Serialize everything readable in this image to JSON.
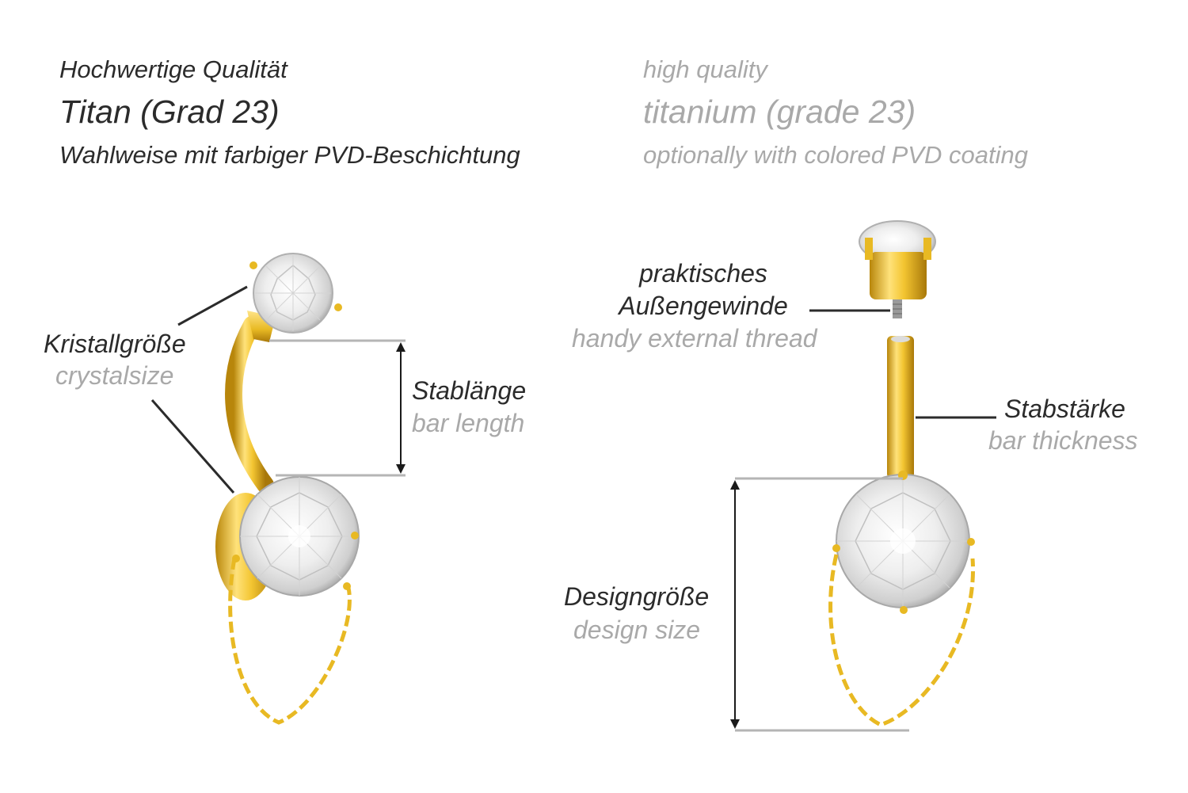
{
  "header": {
    "de": {
      "line1": "Hochwertige Qualität",
      "line2": "Titan (Grad 23)",
      "line3": "Wahlweise mit farbiger PVD-Beschichtung"
    },
    "en": {
      "line1": "high quality",
      "line2": "titanium (grade 23)",
      "line3": "optionally with colored PVD coating"
    }
  },
  "labels": {
    "crystal_size": {
      "de": "Kristallgröße",
      "en": "crystalsize"
    },
    "bar_length": {
      "de": "Stablänge",
      "en": "bar length"
    },
    "external_thread": {
      "de_line1": "praktisches",
      "de_line2": "Außengewinde",
      "en": "handy external thread"
    },
    "bar_thickness": {
      "de": "Stabstärke",
      "en": "bar thickness"
    },
    "design_size": {
      "de": "Designgröße",
      "en": "design size"
    }
  },
  "colors": {
    "gold": "#e8b923",
    "text_dark": "#2b2b2b",
    "text_light": "#a9a9a9",
    "guide_line": "#b5b5b5"
  }
}
